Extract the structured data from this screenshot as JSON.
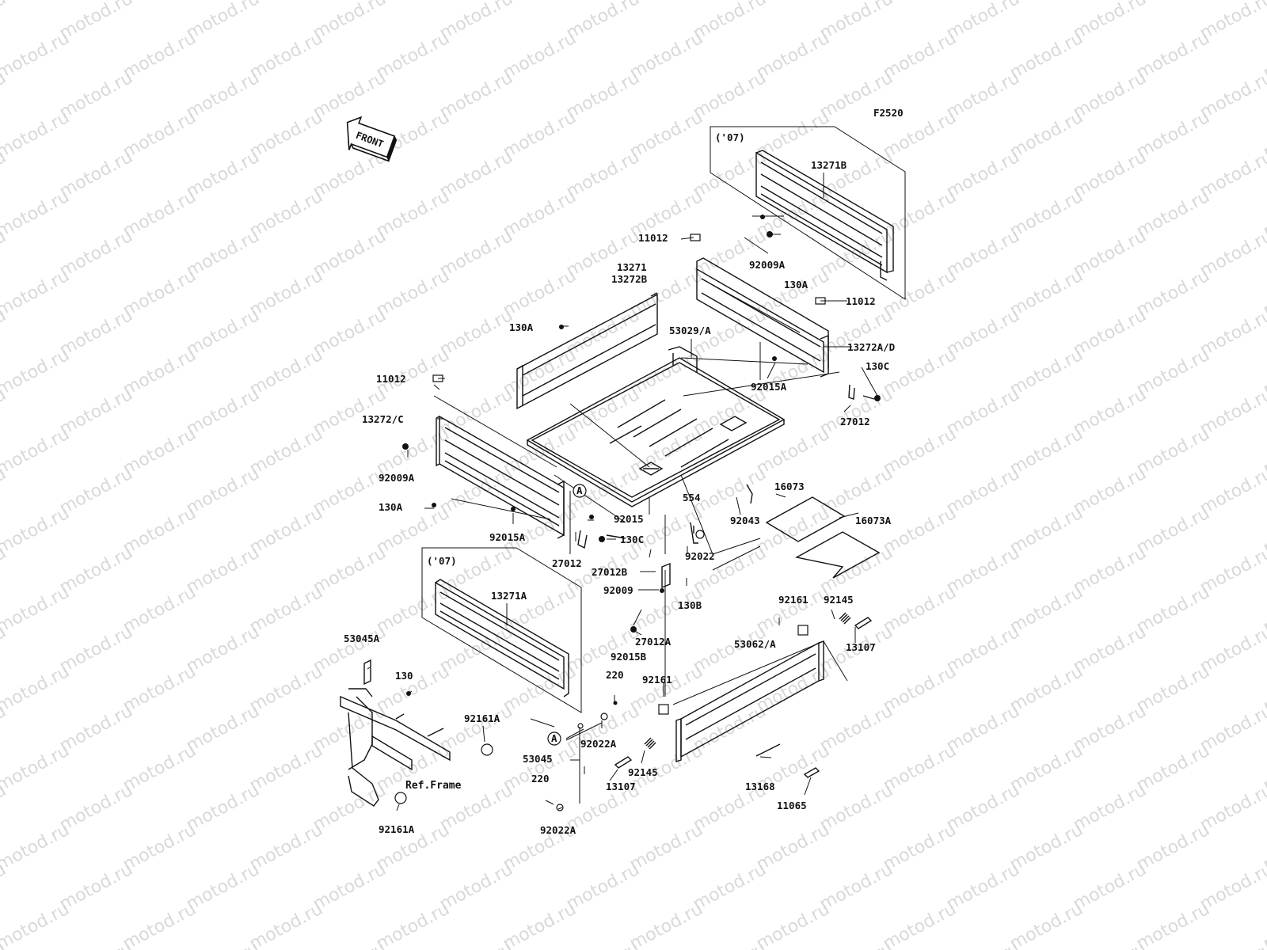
{
  "diagram": {
    "figure_code": "F2520",
    "front_label": "FRONT",
    "watermark": "motod.ru",
    "callout_letter": "A",
    "inset_top": {
      "year": "('07)",
      "part": "13271B"
    },
    "inset_bottom": {
      "year": "('07)",
      "part": "13271A"
    },
    "labels": {
      "p11012_top": "11012",
      "p92009A_top": "92009A",
      "p13271": "13271",
      "p13272B": "13272B",
      "p130A_right": "130A",
      "p11012_right": "11012",
      "p130A_left": "130A",
      "p53029A": "53029/A",
      "p13272AD": "13272A/D",
      "p130C_right": "130C",
      "p11012_left": "11012",
      "p92015A_right": "92015A",
      "p27012_right": "27012",
      "p13272C": "13272/C",
      "p92009A_left": "92009A",
      "p16073": "16073",
      "p554": "554",
      "p130A_lower": "130A",
      "p92015": "92015",
      "p92043": "92043",
      "p16073A": "16073A",
      "p92015A_left": "92015A",
      "p130C_left": "130C",
      "p92022": "92022",
      "p27012_left": "27012",
      "p27012B": "27012B",
      "p92009": "92009",
      "p130B": "130B",
      "p92161_top": "92161",
      "p92145_top": "92145",
      "p27012A": "27012A",
      "p53062A": "53062/A",
      "p13107_right": "13107",
      "p92015B": "92015B",
      "p53045A": "53045A",
      "p130": "130",
      "p220_top": "220",
      "p92161_mid": "92161",
      "p92161A_top": "92161A",
      "p92022A_top": "92022A",
      "p53045": "53045",
      "p92145_low": "92145",
      "p13107_low": "13107",
      "p220_low": "220",
      "p13168": "13168",
      "p11065": "11065",
      "p92022A_low": "92022A",
      "p92161A_low": "92161A",
      "ref_frame": "Ref.Frame"
    }
  }
}
